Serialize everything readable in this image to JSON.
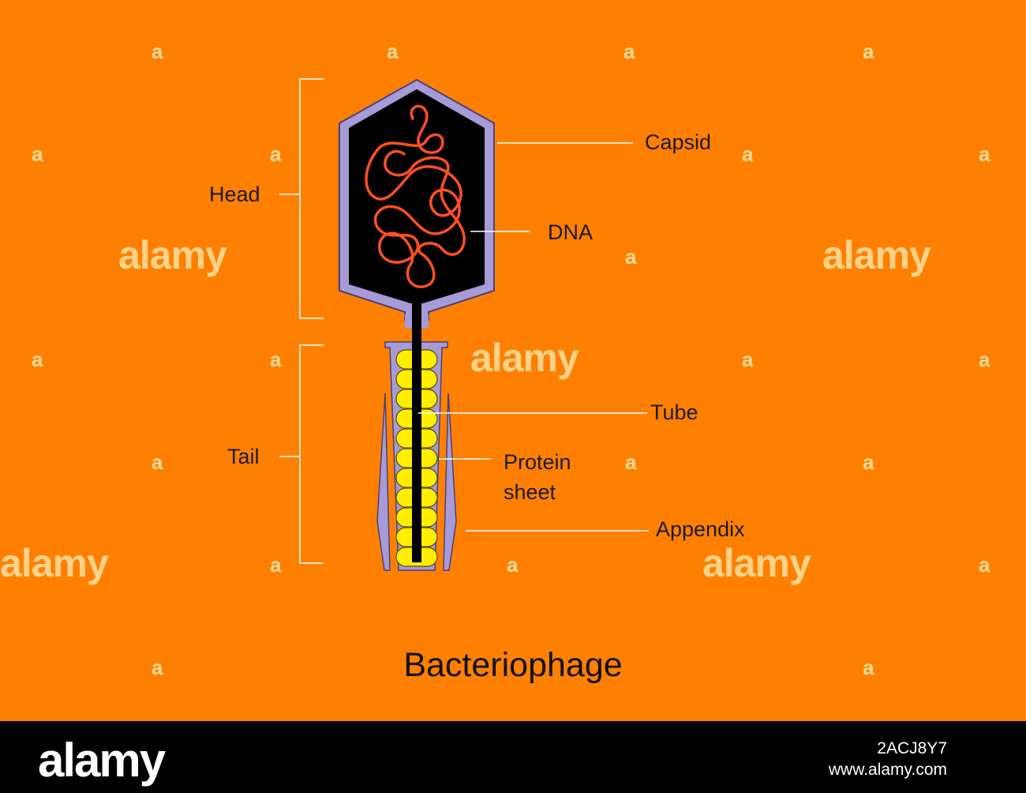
{
  "colors": {
    "background": "#ff8000",
    "capsid": "#a69bd6",
    "capsid_outline": "#4a3f7a",
    "head_fill": "#000000",
    "dna": "#ff5020",
    "protein_sheet": "#ffee00",
    "leader_lines": "#ffffff",
    "brackets": "#ffffff"
  },
  "diagram": {
    "title": "Bacteriophage",
    "sections": [
      {
        "label": "Head"
      },
      {
        "label": "Tail"
      }
    ],
    "parts": [
      {
        "label": "Capsid"
      },
      {
        "label": "DNA"
      },
      {
        "label": "Tube"
      },
      {
        "label": "Protein sheet"
      },
      {
        "label": "Appendix"
      }
    ]
  },
  "watermark": {
    "mark": "a",
    "word": "alamy"
  },
  "footer": {
    "logo": "alamy",
    "image_id": "2ACJ8Y7",
    "url": "www.alamy.com"
  }
}
